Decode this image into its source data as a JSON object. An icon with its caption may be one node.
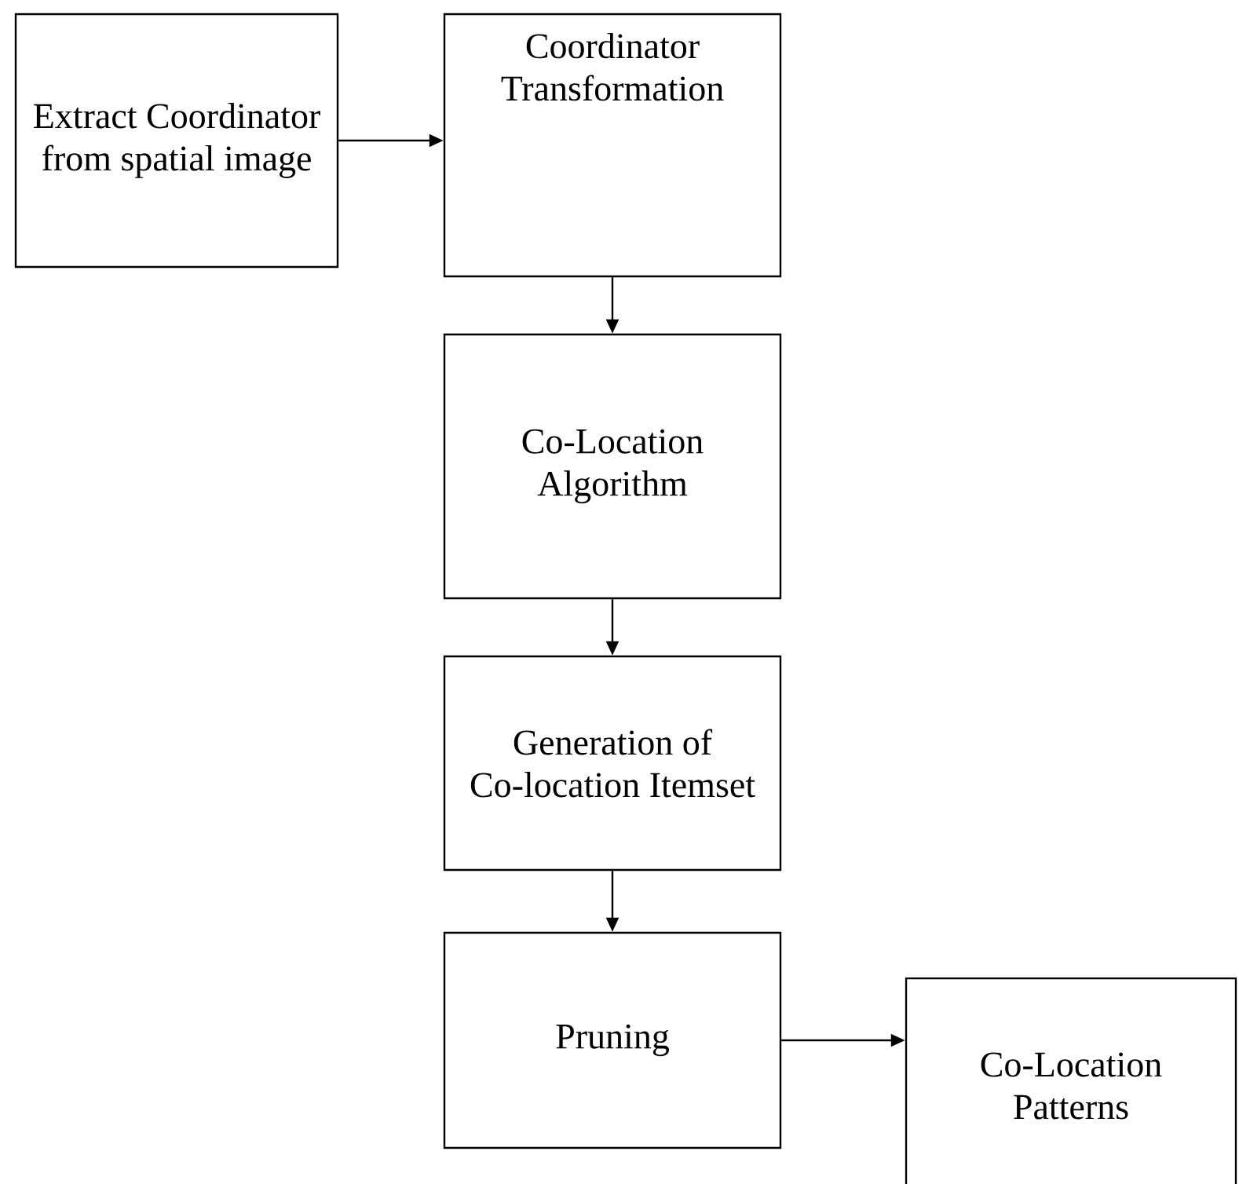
{
  "diagram": {
    "nodes": [
      {
        "text": [
          "Extract Coordinator from spatial image"
        ]
      },
      {
        "text": [
          "Coordinator Transformation"
        ]
      },
      {
        "text": [
          "Co-Location Algorithm"
        ]
      },
      {
        "text": [
          "Generation of Co-location Itemset"
        ]
      },
      {
        "text": [
          "Pruning"
        ]
      },
      {
        "text": [
          "Co-Location Patterns"
        ]
      }
    ],
    "edges": [
      {
        "from": 0,
        "to": 1,
        "arrow": "to"
      },
      {
        "from": 1,
        "to": 2,
        "arrow": "to"
      },
      {
        "from": 2,
        "to": 3,
        "arrow": "to"
      },
      {
        "from": 3,
        "to": 4,
        "arrow": "to"
      },
      {
        "from": 4,
        "to": 5,
        "arrow": "to"
      }
    ]
  }
}
